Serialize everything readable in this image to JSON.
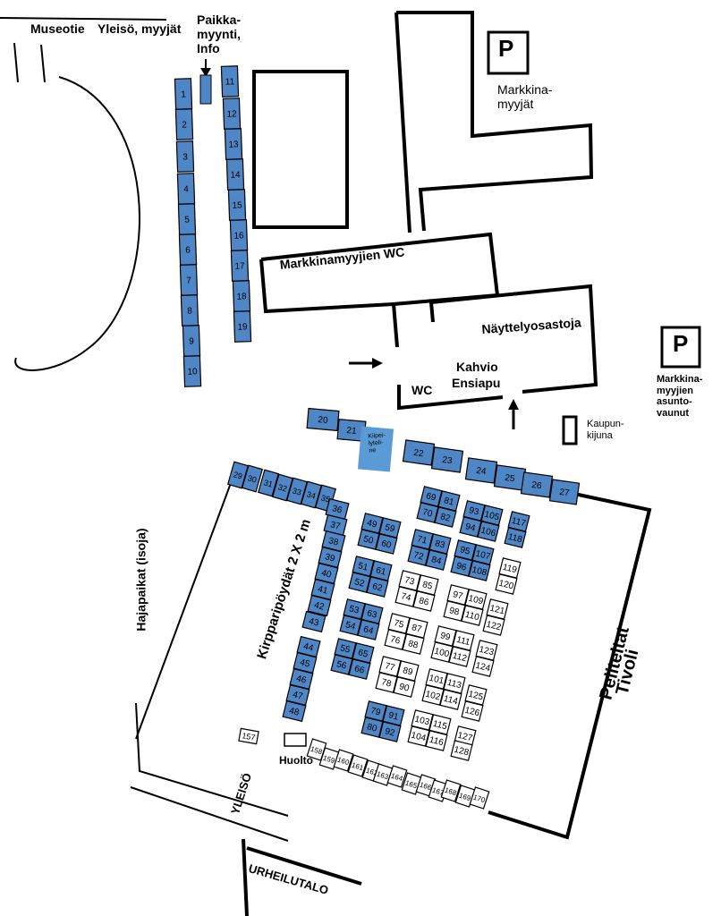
{
  "map": {
    "labels": {
      "museotie": "Museotie",
      "yleiso_myyjat": "Yleisö, myyjät",
      "paikkamyynti": "Paikka-\nmyynti,\nInfo",
      "parking_p": "P",
      "markkinamyyjat": "Markkina-\nmyyjät",
      "markkinamyyjien_wc": "Markkinamyyjien WC",
      "nayttelyosastoja": "Näyttelyosastoja",
      "kahvio": "Kahvio",
      "ensiapu": "Ensiapu",
      "wc": "WC",
      "markkinamyyjien_asuntovaunut": "Markkina-\nmyyjien\nasunto-\nvaunut",
      "kaupunkijuna": "Kaupun-\nkijuna",
      "klipeilyteline": "Kiipei-\nlyteli-\nne",
      "hajapaikat": "Hajapaikat  (isoja)",
      "kirpparipoydat": "Kirpparipöydät 2 X 2 m",
      "peliteltat": "Peliteltat",
      "tivoli": "Tivoli",
      "huolto": "Huolto",
      "yleiso": "YLEISÖ",
      "urheilutalo": "URHEILUTALO"
    },
    "colors": {
      "blue_stall": "#4f86c6",
      "light_blue": "#5b9bd5",
      "white_stall": "#ffffff",
      "outline": "#000000"
    }
  }
}
